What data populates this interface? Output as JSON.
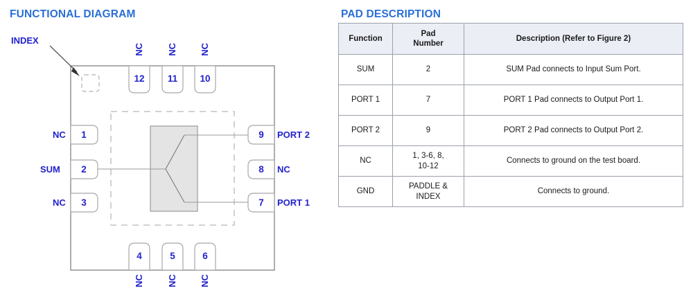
{
  "functional": {
    "heading": "FUNCTIONAL DIAGRAM",
    "index_label": "INDEX",
    "pins": {
      "left": [
        {
          "number": "1",
          "label": "NC",
          "connected": false
        },
        {
          "number": "2",
          "label": "SUM",
          "connected": true
        },
        {
          "number": "3",
          "label": "NC",
          "connected": false
        }
      ],
      "right": [
        {
          "number": "9",
          "label": "PORT 2",
          "connected": true
        },
        {
          "number": "8",
          "label": "NC",
          "connected": false
        },
        {
          "number": "7",
          "label": "PORT 1",
          "connected": true
        }
      ],
      "top": [
        {
          "number": "12",
          "label": "NC"
        },
        {
          "number": "11",
          "label": "NC"
        },
        {
          "number": "10",
          "label": "NC"
        }
      ],
      "bottom": [
        {
          "number": "4",
          "label": "NC"
        },
        {
          "number": "5",
          "label": "NC"
        },
        {
          "number": "6",
          "label": "NC"
        }
      ]
    },
    "colors": {
      "heading": "#2a6fd6",
      "pin_text": "#2222cc",
      "outline": "#8a8a8a",
      "body_fill": "#e4e4e4"
    }
  },
  "pad_description": {
    "heading": "PAD DESCRIPTION",
    "columns": [
      "Function",
      "Pad\nNumber",
      "Description (Refer to Figure 2)"
    ],
    "columns_flat": {
      "function": "Function",
      "pad_number_line1": "Pad",
      "pad_number_line2": "Number",
      "description": "Description (Refer to Figure 2)"
    },
    "rows": [
      {
        "function": "SUM",
        "pad_number": "2",
        "pad_number_line1": "2",
        "pad_number_line2": "",
        "description": "SUM Pad connects to Input Sum Port."
      },
      {
        "function": "PORT 1",
        "pad_number": "7",
        "pad_number_line1": "7",
        "pad_number_line2": "",
        "description": "PORT 1 Pad connects to Output Port 1."
      },
      {
        "function": "PORT 2",
        "pad_number": "9",
        "pad_number_line1": "9",
        "pad_number_line2": "",
        "description": "PORT 2 Pad connects to Output Port 2."
      },
      {
        "function": "NC",
        "pad_number": "1, 3-6, 8, 10-12",
        "pad_number_line1": "1, 3-6, 8,",
        "pad_number_line2": "10-12",
        "description": "Connects to ground on the test board."
      },
      {
        "function": "GND",
        "pad_number": "PADDLE & INDEX",
        "pad_number_line1": "PADDLE &",
        "pad_number_line2": "INDEX",
        "description": "Connects to ground."
      }
    ],
    "colors": {
      "heading": "#2a6fd6",
      "header_fill": "#eceef6",
      "border": "#9aa0aa"
    }
  }
}
